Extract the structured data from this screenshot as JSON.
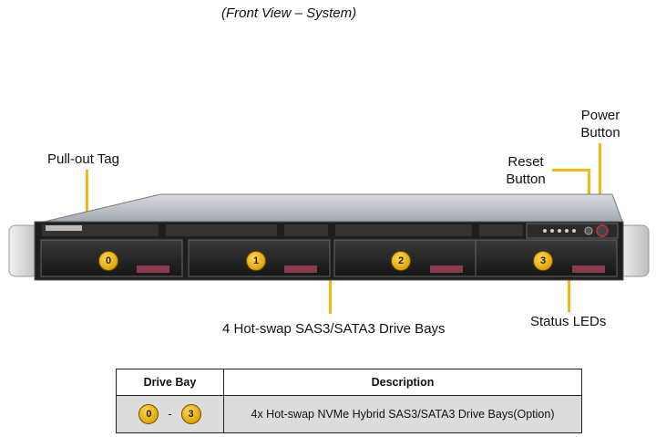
{
  "caption": "(Front View – System)",
  "labels": {
    "pullout_tag": "Pull-out Tag",
    "reset_button": [
      "Reset",
      "Button"
    ],
    "power_button": [
      "Power",
      "Button"
    ],
    "drive_bays": "4 Hot-swap SAS3/SATA3 Drive Bays",
    "status_leds": "Status LEDs"
  },
  "bays": [
    "0",
    "1",
    "2",
    "3"
  ],
  "colors": {
    "leader": "#f5b70d",
    "badge": "#e0a600",
    "table_row": "#dcdcdc"
  },
  "table": {
    "headers": [
      "Drive Bay",
      "Description"
    ],
    "rows": [
      {
        "from": "0",
        "sep": "-",
        "to": "3",
        "description": "4x Hot-swap NVMe Hybrid SAS3/SATA3 Drive Bays(Option)"
      }
    ]
  }
}
